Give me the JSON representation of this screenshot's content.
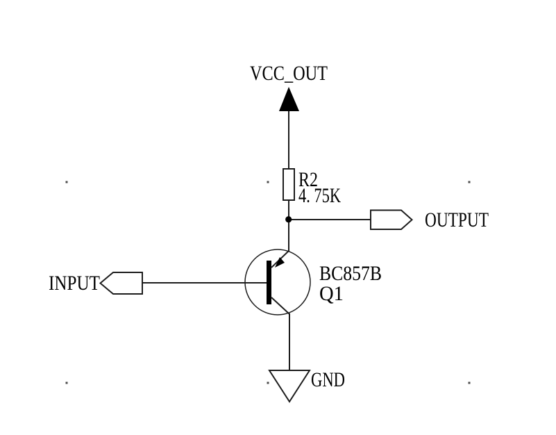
{
  "schematic": {
    "nets": {
      "power": "VCC_OUT",
      "ground": "GND"
    },
    "components": {
      "resistor": {
        "designator": "R2",
        "value": "4. 75K",
        "symbol": "box-resistor"
      },
      "transistor": {
        "designator": "Q1",
        "part": "BC857B",
        "symbol": "pnp-transistor"
      }
    },
    "ports": {
      "input": {
        "label": "INPUT",
        "direction": "left"
      },
      "output": {
        "label": "OUTPUT",
        "direction": "right"
      }
    }
  },
  "colors": {
    "background": "#ffffff",
    "line": "#1c1c1c",
    "text": "#000000",
    "symbol_fill": "#000000"
  }
}
